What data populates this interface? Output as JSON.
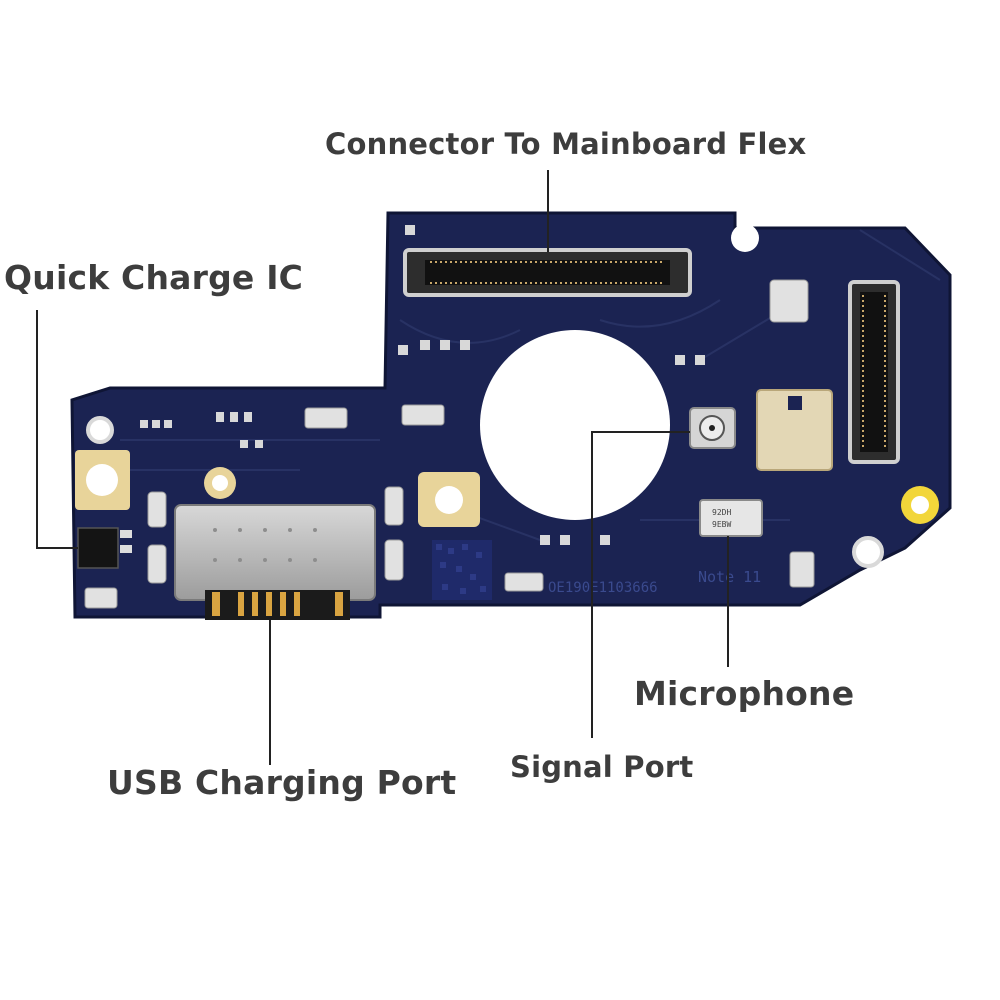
{
  "labels": {
    "connector": "Connector To Mainboard Flex",
    "quick_charge": "Quick Charge IC",
    "microphone": "Microphone",
    "usb_port": "USB Charging Port",
    "signal_port": "Signal Port"
  },
  "silkscreen": {
    "model": "Note 11",
    "code": "OE190E1103666",
    "mic_marking_1": "92DH",
    "mic_marking_2": "9EBW"
  },
  "colors": {
    "board": "#1b2352",
    "board_edge": "#0f1535",
    "trace": "#2a3466",
    "gold": "#e8d49a",
    "label_text": "#3d3d3d",
    "leader_line": "#222222"
  }
}
